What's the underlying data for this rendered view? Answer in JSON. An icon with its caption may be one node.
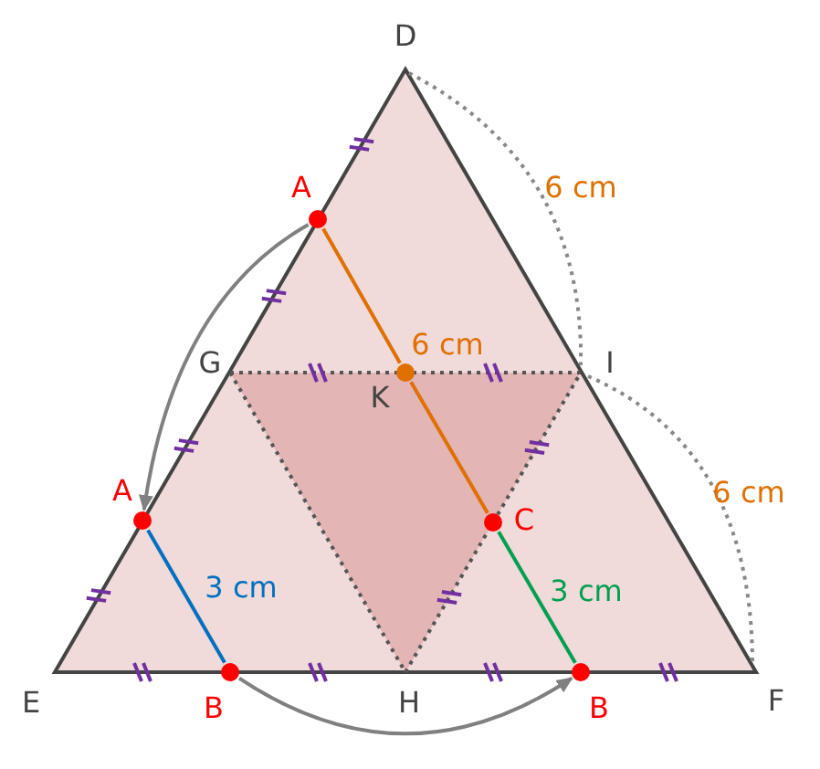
{
  "diagram": {
    "nodes": [
      {
        "text": [],
        "shape": "circle",
        "beside": [
          "A"
        ]
      },
      {
        "text": [],
        "shape": "circle",
        "beside": [
          "K"
        ]
      },
      {
        "text": [],
        "shape": "circle",
        "beside": [
          "C"
        ]
      },
      {
        "text": [],
        "shape": "circle",
        "beside": [
          "A"
        ]
      },
      {
        "text": [],
        "shape": "circle",
        "beside": [
          "B"
        ]
      },
      {
        "text": [],
        "shape": "circle",
        "beside": [
          "B"
        ]
      }
    ],
    "edges": [
      {
        "from": 0,
        "to": 1,
        "arrow": "none",
        "color": "#e07000"
      },
      {
        "from": 1,
        "to": 2,
        "arrow": "none",
        "color": "#e07000"
      },
      {
        "from": 2,
        "to": 5,
        "arrow": "none",
        "color": "#00a050"
      },
      {
        "from": 3,
        "to": 4,
        "arrow": "none",
        "color": "#0070c0"
      },
      {
        "from": 0,
        "to": 3,
        "arrow": "to",
        "color": "#808080"
      },
      {
        "from": 4,
        "to": 5,
        "arrow": "to",
        "color": "#808080"
      }
    ],
    "labels": [
      "D",
      "6 cm",
      "G",
      "6 cm",
      "I",
      "6 cm",
      "3 cm",
      "3 cm",
      "E",
      "H",
      "F"
    ]
  }
}
